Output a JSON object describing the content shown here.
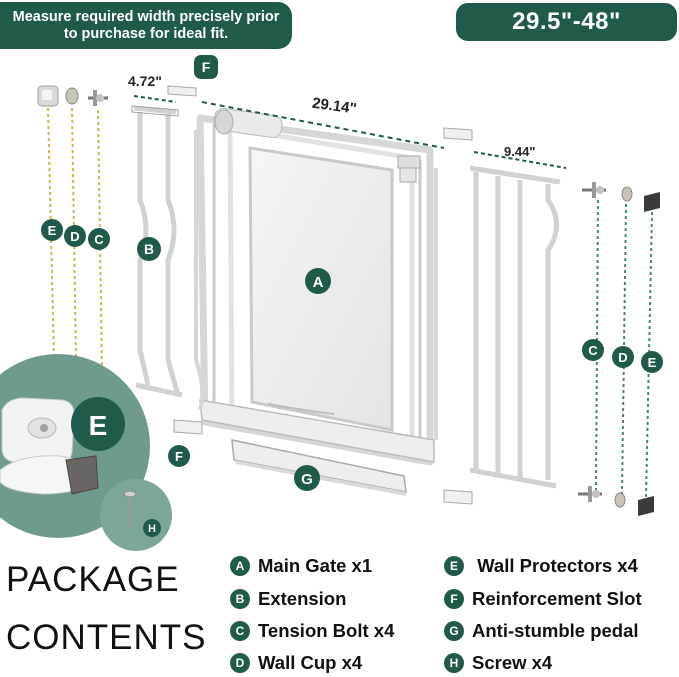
{
  "header": {
    "note": "Measure required width precisely prior to purchase for ideal fit.",
    "size_range": "29.5\"-48\""
  },
  "dimensions": {
    "extension_left": "4.72\"",
    "main_gate": "29.14\"",
    "extension_right": "9.44\""
  },
  "callouts": {
    "a": "A",
    "b": "B",
    "c": "C",
    "d": "D",
    "e": "E",
    "f": "F",
    "g": "G",
    "h": "H"
  },
  "package": {
    "title_line1": "PACKAGE",
    "title_line2": "CONTENTS",
    "items": [
      {
        "letter": "A",
        "label": "Main Gate x1"
      },
      {
        "letter": "B",
        "label": "Extension"
      },
      {
        "letter": "C",
        "label": "Tension Bolt x4"
      },
      {
        "letter": "D",
        "label": "Wall Cup x4"
      },
      {
        "letter": "E",
        "label": " Wall Protectors x4"
      },
      {
        "letter": "F",
        "label": "Reinforcement Slot"
      },
      {
        "letter": "G",
        "label": "Anti-stumble pedal"
      },
      {
        "letter": "H",
        "label": "Screw x4"
      }
    ]
  },
  "colors": {
    "brand": "#1f5a4c",
    "detail_circle": "#6f9b8f",
    "dashed_yellow": "#d8b53a",
    "dashed_green": "#3f8a6a"
  }
}
